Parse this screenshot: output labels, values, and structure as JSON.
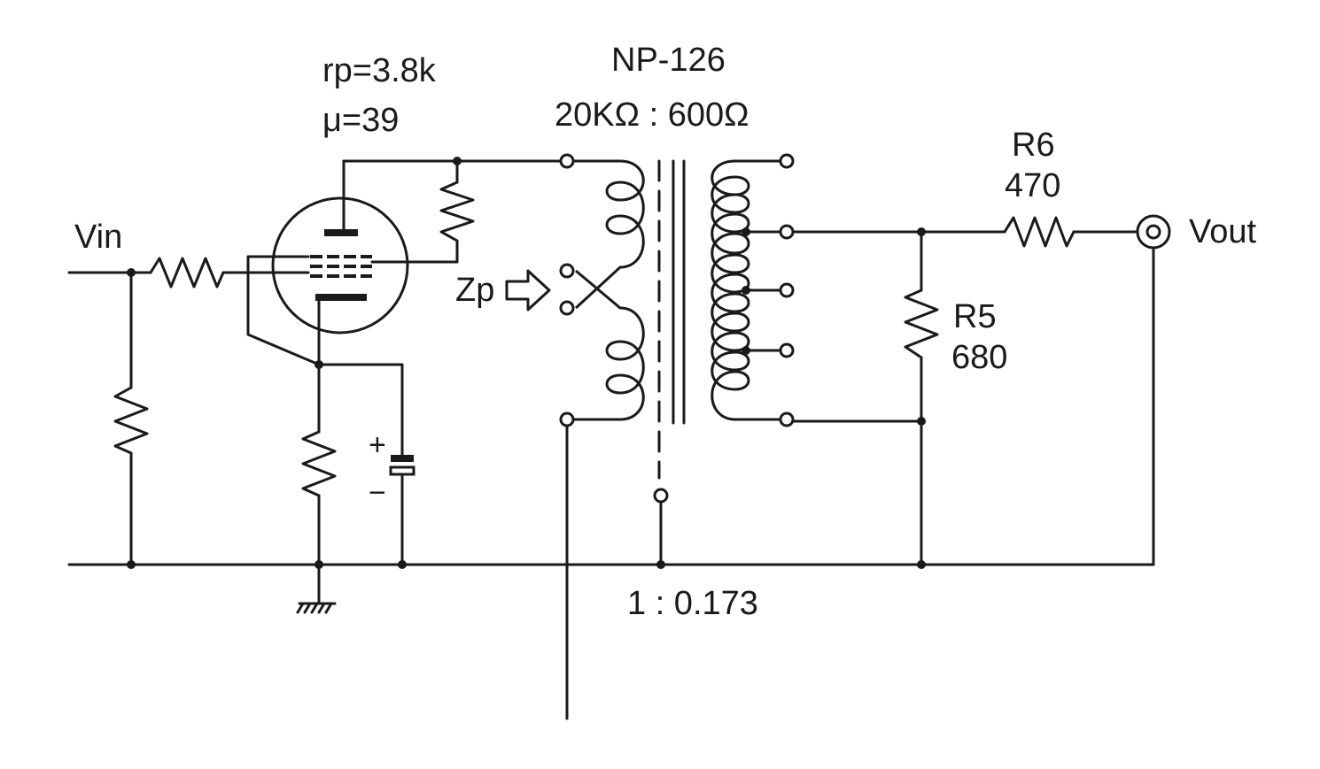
{
  "tube": {
    "rp": "rp=3.8k",
    "mu": "μ=39"
  },
  "transformer": {
    "model": "NP-126",
    "impedance": "20KΩ : 600Ω",
    "ratio": "1 : 0.173",
    "zp_label": "Zp"
  },
  "input": {
    "label": "Vin"
  },
  "output": {
    "label": "Vout"
  },
  "r5": {
    "name": "R5",
    "value": "680"
  },
  "r6": {
    "name": "R6",
    "value": "470"
  },
  "capacitor": {
    "plus": "+",
    "minus": "−"
  }
}
